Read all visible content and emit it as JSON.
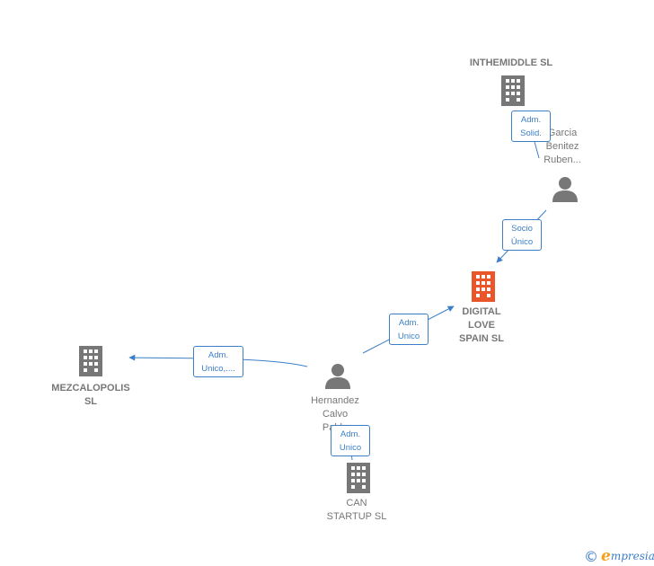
{
  "colors": {
    "edge": "#3c7fc7",
    "icon_default": "#777777",
    "icon_focus": "#e8562a",
    "brand_orange": "#f5a01a"
  },
  "nodes": {
    "inthemiddle": {
      "type": "company",
      "label": "INTHEMIDDLE SL",
      "icon": "building-icon"
    },
    "garcia": {
      "type": "person",
      "label": "Garcia\nBenitez\nRuben...",
      "icon": "person-icon"
    },
    "digital_love": {
      "type": "company",
      "label": "DIGITAL\nLOVE\nSPAIN  SL",
      "icon": "building-icon",
      "focus": true
    },
    "hernandez": {
      "type": "person",
      "label": "Hernandez\nCalvo\nPablo",
      "icon": "person-icon"
    },
    "mezcalopolis": {
      "type": "company",
      "label": "MEZCALOPOLIS\nSL",
      "icon": "building-icon"
    },
    "can_startup": {
      "type": "company",
      "label": "CAN\nSTARTUP  SL",
      "icon": "building-icon"
    }
  },
  "edges": {
    "garcia_inthemiddle": {
      "label": "Adm.\nSolid."
    },
    "garcia_digital": {
      "label": "Socio\nÚnico"
    },
    "hernandez_digital": {
      "label": "Adm.\nUnico"
    },
    "hernandez_mezcalopolis": {
      "label": "Adm.\nUnico,...."
    },
    "hernandez_canstartup": {
      "label": "Adm.\nUnico"
    }
  },
  "footer": {
    "copyright_symbol": "©",
    "brand_first": "e",
    "brand_rest": "mpresia"
  }
}
